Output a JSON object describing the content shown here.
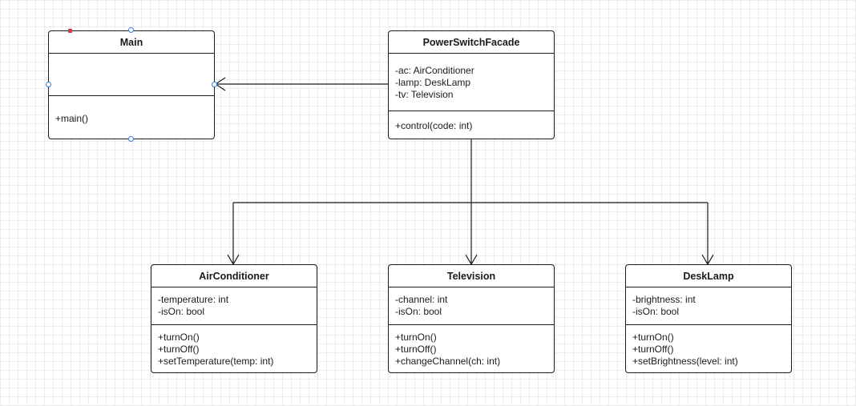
{
  "classes": {
    "main": {
      "name": "Main",
      "attributes": [],
      "methods": [
        "+main()"
      ]
    },
    "facade": {
      "name": "PowerSwitchFacade",
      "attributes": [
        "-ac: AirConditioner",
        "-lamp: DeskLamp",
        "-tv: Television"
      ],
      "methods": [
        "+control(code: int)"
      ]
    },
    "air_conditioner": {
      "name": "AirConditioner",
      "attributes": [
        "-temperature: int",
        "-isOn: bool"
      ],
      "methods": [
        "+turnOn()",
        "+turnOff()",
        "+setTemperature(temp: int)"
      ]
    },
    "television": {
      "name": "Television",
      "attributes": [
        "-channel: int",
        "-isOn: bool"
      ],
      "methods": [
        "+turnOn()",
        "+turnOff()",
        "+changeChannel(ch: int)"
      ]
    },
    "desk_lamp": {
      "name": "DeskLamp",
      "attributes": [
        "-brightness: int",
        "-isOn: bool"
      ],
      "methods": [
        "+turnOn()",
        "+turnOff()",
        "+setBrightness(level: int)"
      ]
    }
  },
  "colors": {
    "line": "#1a1a1a",
    "selection_handle": "#3a7bd5",
    "anchor_handle": "#e23a3a",
    "grid": "#ececec"
  }
}
